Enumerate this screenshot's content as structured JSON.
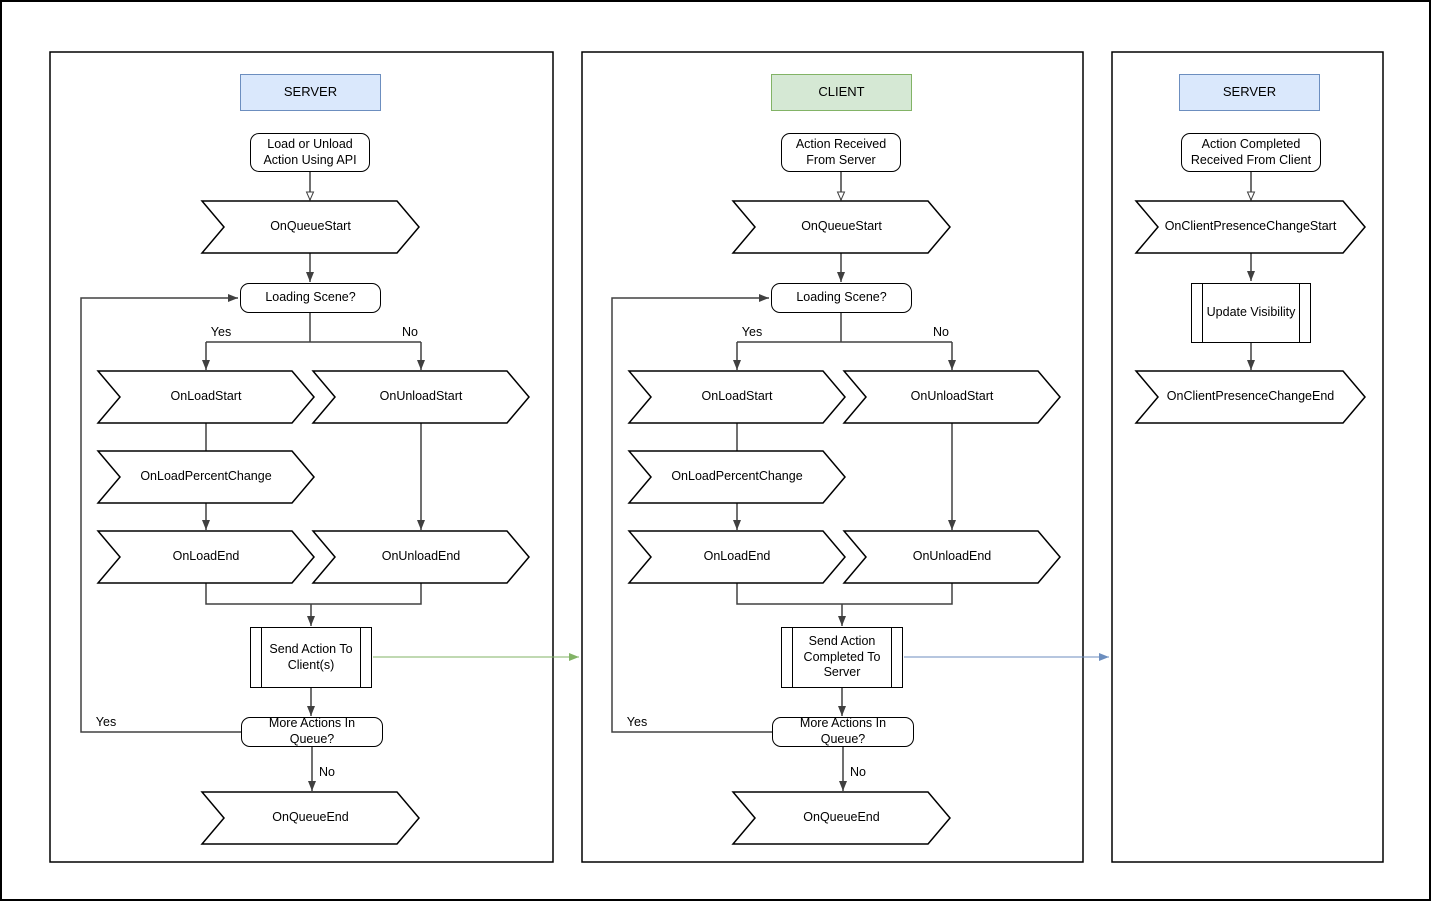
{
  "diagram": {
    "columns": [
      {
        "header": "SERVER",
        "start": "Load or Unload Action Using API",
        "on_queue_start": "OnQueueStart",
        "loading_scene": "Loading Scene?",
        "branch_yes": "Yes",
        "branch_no": "No",
        "on_load_start": "OnLoadStart",
        "on_unload_start": "OnUnloadStart",
        "on_load_percent_change": "OnLoadPercentChange",
        "on_load_end": "OnLoadEnd",
        "on_unload_end": "OnUnloadEnd",
        "subprocess": "Send Action To Client(s)",
        "more_actions": "More Actions In Queue?",
        "loop_yes": "Yes",
        "end_no": "No",
        "on_queue_end": "OnQueueEnd"
      },
      {
        "header": "CLIENT",
        "start": "Action Received From Server",
        "on_queue_start": "OnQueueStart",
        "loading_scene": "Loading Scene?",
        "branch_yes": "Yes",
        "branch_no": "No",
        "on_load_start": "OnLoadStart",
        "on_unload_start": "OnUnloadStart",
        "on_load_percent_change": "OnLoadPercentChange",
        "on_load_end": "OnLoadEnd",
        "on_unload_end": "OnUnloadEnd",
        "subprocess": "Send Action Completed To Server",
        "more_actions": "More Actions In Queue?",
        "loop_yes": "Yes",
        "end_no": "No",
        "on_queue_end": "OnQueueEnd"
      },
      {
        "header": "SERVER",
        "start": "Action Completed Received From Client",
        "on_change_start": "OnClientPresenceChangeStart",
        "subprocess": "Update Visibility",
        "on_change_end": "OnClientPresenceChangeEnd"
      }
    ],
    "colors": {
      "server_header_fill": "#dae8fc",
      "server_header_border": "#6c8ebf",
      "client_header_fill": "#d5e8d4",
      "client_header_border": "#82b366",
      "server_to_client_arrow_color": "#82b366",
      "client_to_server_arrow_color": "#6c8ebf",
      "shape_stroke": "#000000",
      "connector_stroke": "#404040"
    }
  }
}
